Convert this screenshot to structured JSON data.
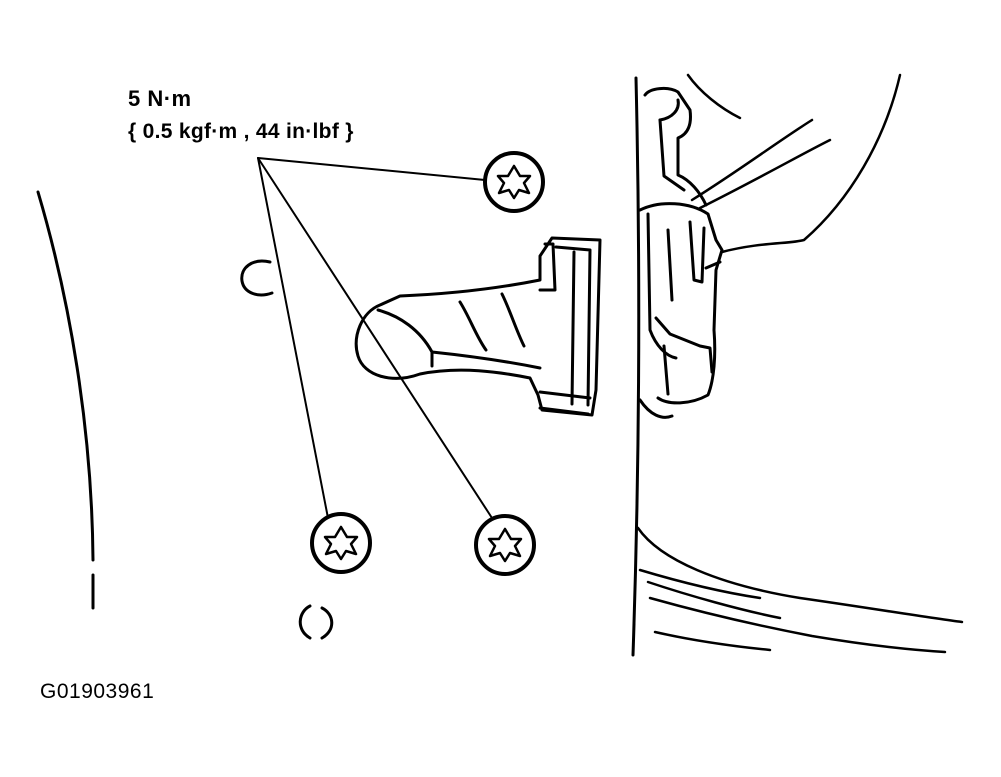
{
  "callout": {
    "torque_nm": "5 N·m",
    "torque_alt": "{ 0.5 kgf·m , 44 in·lbf }"
  },
  "figure_code": "G01903961",
  "ink_color": "#000000",
  "background_color": "#ffffff"
}
